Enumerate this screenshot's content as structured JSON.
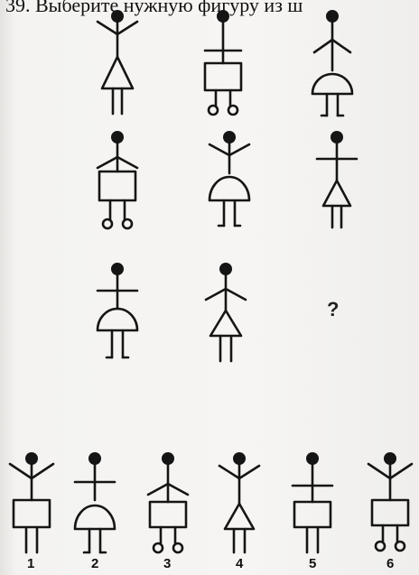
{
  "question_title": "39. Выберите нужную фигуру из ш",
  "missing_marker": "?",
  "answer_labels": [
    "1",
    "2",
    "3",
    "4",
    "5",
    "6"
  ],
  "matrix": [
    [
      "arms-up skirt-triangle legs-plain",
      "arms-straight body-rect legs-loops",
      "arms-down skirt-dome legs-feet"
    ],
    [
      "arms-down body-rect legs-loops",
      "arms-up skirt-dome legs-feet",
      "arms-straight skirt-triangle legs-plain"
    ],
    [
      "arms-straight skirt-dome legs-feet",
      "arms-down skirt-triangle legs-plain",
      "missing"
    ]
  ],
  "options": [
    "arms-up body-rect legs-plain",
    "arms-straight skirt-dome legs-feet",
    "arms-down body-rect legs-loops",
    "arms-up skirt-triangle legs-plain",
    "arms-straight body-rect legs-plain",
    "arms-up body-rect legs-loops"
  ]
}
